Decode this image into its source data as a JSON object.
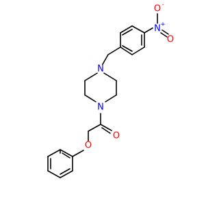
{
  "molecule": {
    "atoms": {
      "nitro_n": {
        "symbol": "N",
        "charge": "+",
        "color": "#0000ff"
      },
      "nitro_o_top": {
        "symbol": "O",
        "charge": "-",
        "color": "#ff0000"
      },
      "nitro_o_bottom": {
        "symbol": "O",
        "color": "#ff0000"
      },
      "piperazine_n_top": {
        "symbol": "N",
        "color": "#0000ff"
      },
      "piperazine_n_bottom": {
        "symbol": "N",
        "color": "#0000ff"
      },
      "carbonyl_o": {
        "symbol": "O",
        "color": "#ff0000"
      },
      "ether_o": {
        "symbol": "O",
        "color": "#ff0000"
      }
    },
    "bond_color": "#000000"
  }
}
